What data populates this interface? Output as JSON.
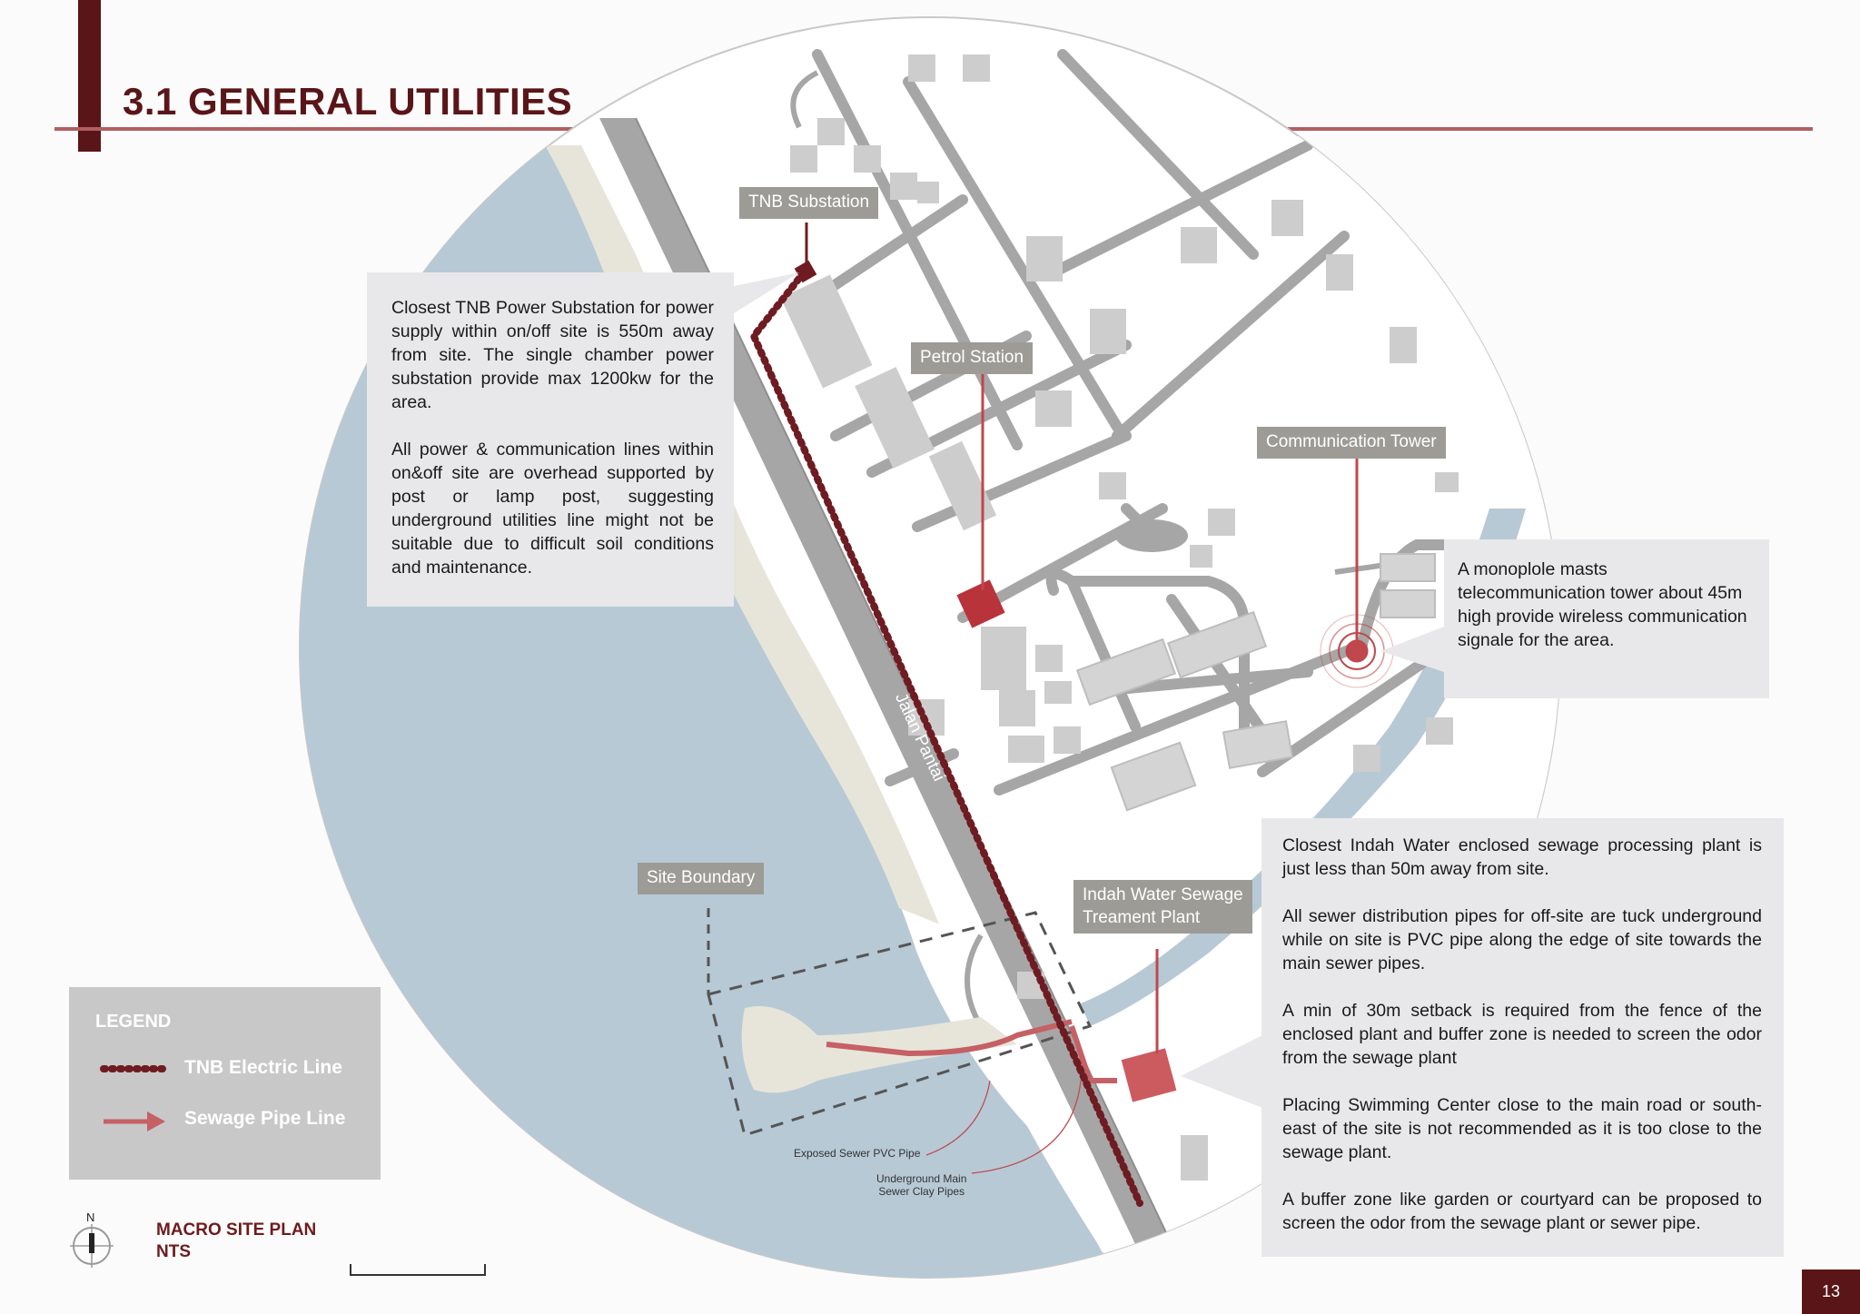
{
  "page": {
    "title": "3.1 GENERAL UTILITIES",
    "page_number": "13"
  },
  "map": {
    "road_label": "Jalan Pantai",
    "tags": {
      "tnb_substation": "TNB Substation",
      "petrol_station": "Petrol Station",
      "communication_tower": "Communication Tower",
      "site_boundary": "Site Boundary",
      "indah_water_line1": "Indah Water Sewage",
      "indah_water_line2": "Treament Plant"
    },
    "annotations": {
      "exposed_pipe": "Exposed Sewer PVC Pipe",
      "underground_pipe_line1": "Underground Main",
      "underground_pipe_line2": "Sewer Clay Pipes"
    },
    "colors": {
      "sea": "#b7c9d5",
      "land": "#ffffff",
      "road": "#a6a6a6",
      "building": "#cdcdcd",
      "sand": "#e7e5da",
      "accent": "#c0474b",
      "dark_red": "#6e1b22"
    }
  },
  "info_boxes": {
    "tnb": {
      "p1": "Closest TNB Power Substation for power supply within on/off site is 550m away from site. The single chamber power substation provide max 1200kw for the area.",
      "p2": "All power & communication lines within on&off site are overhead supported by post or lamp post, suggesting underground utilities line might not be suitable due to difficult soil conditions and maintenance."
    },
    "tower": {
      "p1": "A monoplole masts telecommunication tower about 45m high provide wireless communication signale for the area."
    },
    "sewage": {
      "p1": "Closest Indah Water enclosed sewage processing plant is just less than 50m away from site.",
      "p2": "All sewer distribution pipes for off-site are tuck underground while on site is PVC pipe along the edge of site towards the main sewer pipes.",
      "p3": "A min of 30m setback is required from the fence of the enclosed plant and buffer zone is needed to screen the odor from the sewage plant",
      "p4": "Placing Swimming Center close to the main road or south-east of the site is not recommended as it is too close to the sewage plant.",
      "p5": "A buffer zone like garden or courtyard can be proposed to screen the odor from the sewage plant or sewer pipe."
    }
  },
  "legend": {
    "title": "LEGEND",
    "items": [
      {
        "label": "TNB Electric Line",
        "symbol": "dotted-line"
      },
      {
        "label": "Sewage Pipe Line",
        "symbol": "arrow"
      }
    ]
  },
  "footer": {
    "plan_title_line1": "MACRO SITE PLAN",
    "plan_title_line2": "NTS",
    "north_label": "N"
  }
}
